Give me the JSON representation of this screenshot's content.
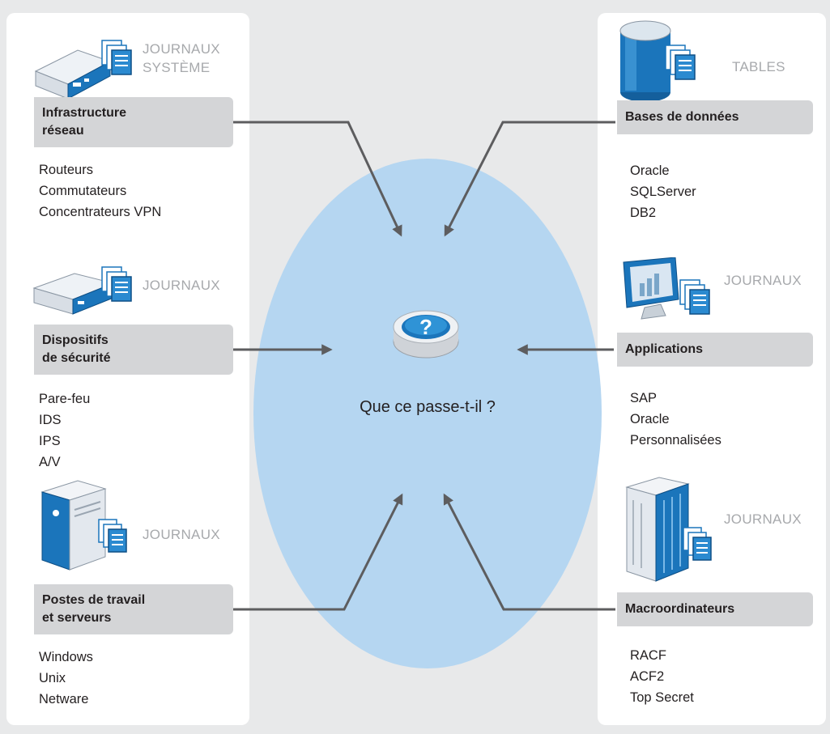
{
  "center": {
    "label": "Que ce passe-t-il ?",
    "icon": "question-disc-icon"
  },
  "left": [
    {
      "id": "infrastructure",
      "icon": "network-appliance-icon",
      "tag_line1": "JOURNAUX",
      "tag_line2": "SYSTÈME",
      "header_line1": "Infrastructure",
      "header_line2": "réseau",
      "items": [
        "Routeurs",
        "Commutateurs",
        "Concentrateurs VPN"
      ]
    },
    {
      "id": "security",
      "icon": "security-appliance-icon",
      "tag_line1": "JOURNAUX",
      "tag_line2": "",
      "header_line1": "Dispositifs",
      "header_line2": "de sécurité",
      "items": [
        "Pare-feu",
        "IDS",
        "IPS",
        "A/V"
      ]
    },
    {
      "id": "workstations",
      "icon": "server-tower-icon",
      "tag_line1": "JOURNAUX",
      "tag_line2": "",
      "header_line1": "Postes de travail",
      "header_line2": "et serveurs",
      "items": [
        "Windows",
        "Unix",
        "Netware"
      ]
    }
  ],
  "right": [
    {
      "id": "databases",
      "icon": "database-cylinder-icon",
      "tag": "TABLES",
      "header": "Bases de données",
      "items": [
        "Oracle",
        "SQLServer",
        "DB2"
      ]
    },
    {
      "id": "applications",
      "icon": "monitor-chart-icon",
      "tag": "JOURNAUX",
      "header": "Applications",
      "items": [
        "SAP",
        "Oracle",
        "Personnalisées"
      ]
    },
    {
      "id": "mainframes",
      "icon": "mainframe-icon",
      "tag": "JOURNAUX",
      "header": "Macroordinateurs",
      "items": [
        "RACF",
        "ACF2",
        "Top Secret"
      ]
    }
  ],
  "colors": {
    "circle": "#b5d6f1",
    "header_bg": "#d4d5d7",
    "tag_text": "#a7a9ac",
    "arrow": "#5d5d5f",
    "icon_blue": "#1b75bb"
  }
}
